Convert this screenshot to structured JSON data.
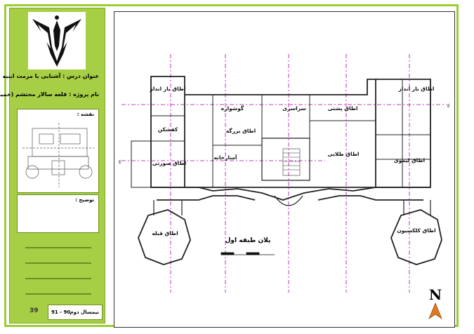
{
  "sidebar": {
    "course_label": "عنوان درس : آشنایی با مرمت ابنیه",
    "project_label": "نام پروژه : قلعه سالار محتشم (خمین)",
    "map_label": "نقشه :",
    "notes_label": "توضیح :",
    "semester_label": "نیمسال دوم",
    "year": "91 - 90",
    "page_number": "39"
  },
  "plan": {
    "title": "پلان طبقه اول",
    "north": "N",
    "section_marks": [
      "E",
      "E"
    ],
    "rooms": [
      {
        "name": "room-bar-andazi-left",
        "label": "اطاق بار انداز"
      },
      {
        "name": "room-kafsh-kan",
        "label": "کفشکن"
      },
      {
        "name": "room-sorati",
        "label": "اطاق صورتی"
      },
      {
        "name": "room-goushvareh",
        "label": "گوشواره"
      },
      {
        "name": "room-bozorg",
        "label": "اطاق بزرگه"
      },
      {
        "name": "room-aminkhaneh",
        "label": "آمنارخانه"
      },
      {
        "name": "room-sarsara",
        "label": "سراسری"
      },
      {
        "name": "room-poshti",
        "label": "اطاق پشتی"
      },
      {
        "name": "room-talaei",
        "label": "اطاق طلایی"
      },
      {
        "name": "room-bar-andazi-right",
        "label": "اطاق بار انداز"
      },
      {
        "name": "room-limooei",
        "label": "اطاق لیموی"
      },
      {
        "name": "room-ghebleh",
        "label": "اطاق قبله"
      },
      {
        "name": "room-kolkasion",
        "label": "اطاق کلکسیون"
      }
    ]
  },
  "colors": {
    "accent": "#a6cf45",
    "north_arrow": "#e07a1f",
    "axis": "#b000b0"
  }
}
